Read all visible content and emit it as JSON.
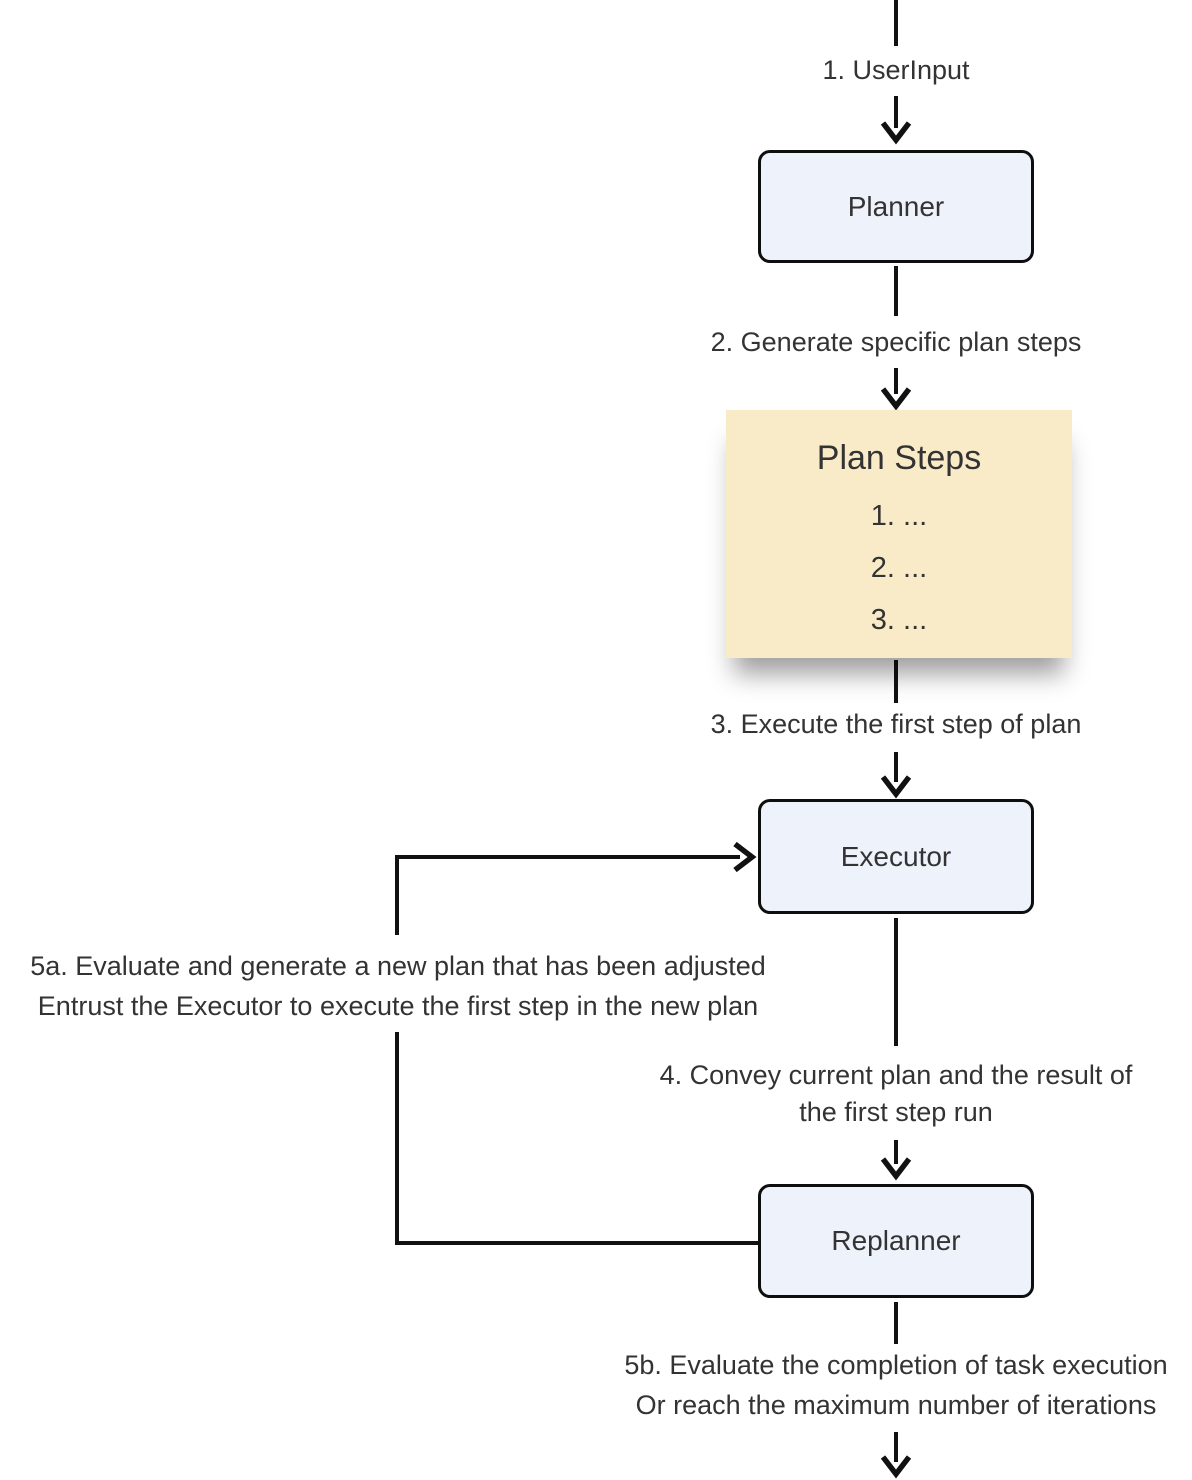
{
  "colors": {
    "background": "#ffffff",
    "node_fill": "#edf2fb",
    "node_border": "#0e0e0e",
    "plan_fill": "#faebc8",
    "text": "#333333",
    "line": "#111111"
  },
  "nodes": {
    "planner": {
      "label": "Planner"
    },
    "executor": {
      "label": "Executor"
    },
    "replanner": {
      "label": "Replanner"
    },
    "plan_steps": {
      "title": "Plan Steps",
      "items": [
        "1. ...",
        "2. ...",
        "3. ..."
      ]
    }
  },
  "labels": {
    "step1": "1. UserInput",
    "step2": "2. Generate specific plan steps",
    "step3": "3. Execute the first step of plan",
    "step4_line1": "4. Convey current plan and the result of",
    "step4_line2": "the first step run",
    "step5a_line1": "5a. Evaluate and generate a new plan that has been adjusted",
    "step5a_line2": "Entrust the Executor to execute the first step in the new plan",
    "step5b_line1": "5b. Evaluate the completion of task execution",
    "step5b_line2": "Or reach the maximum number of iterations"
  }
}
